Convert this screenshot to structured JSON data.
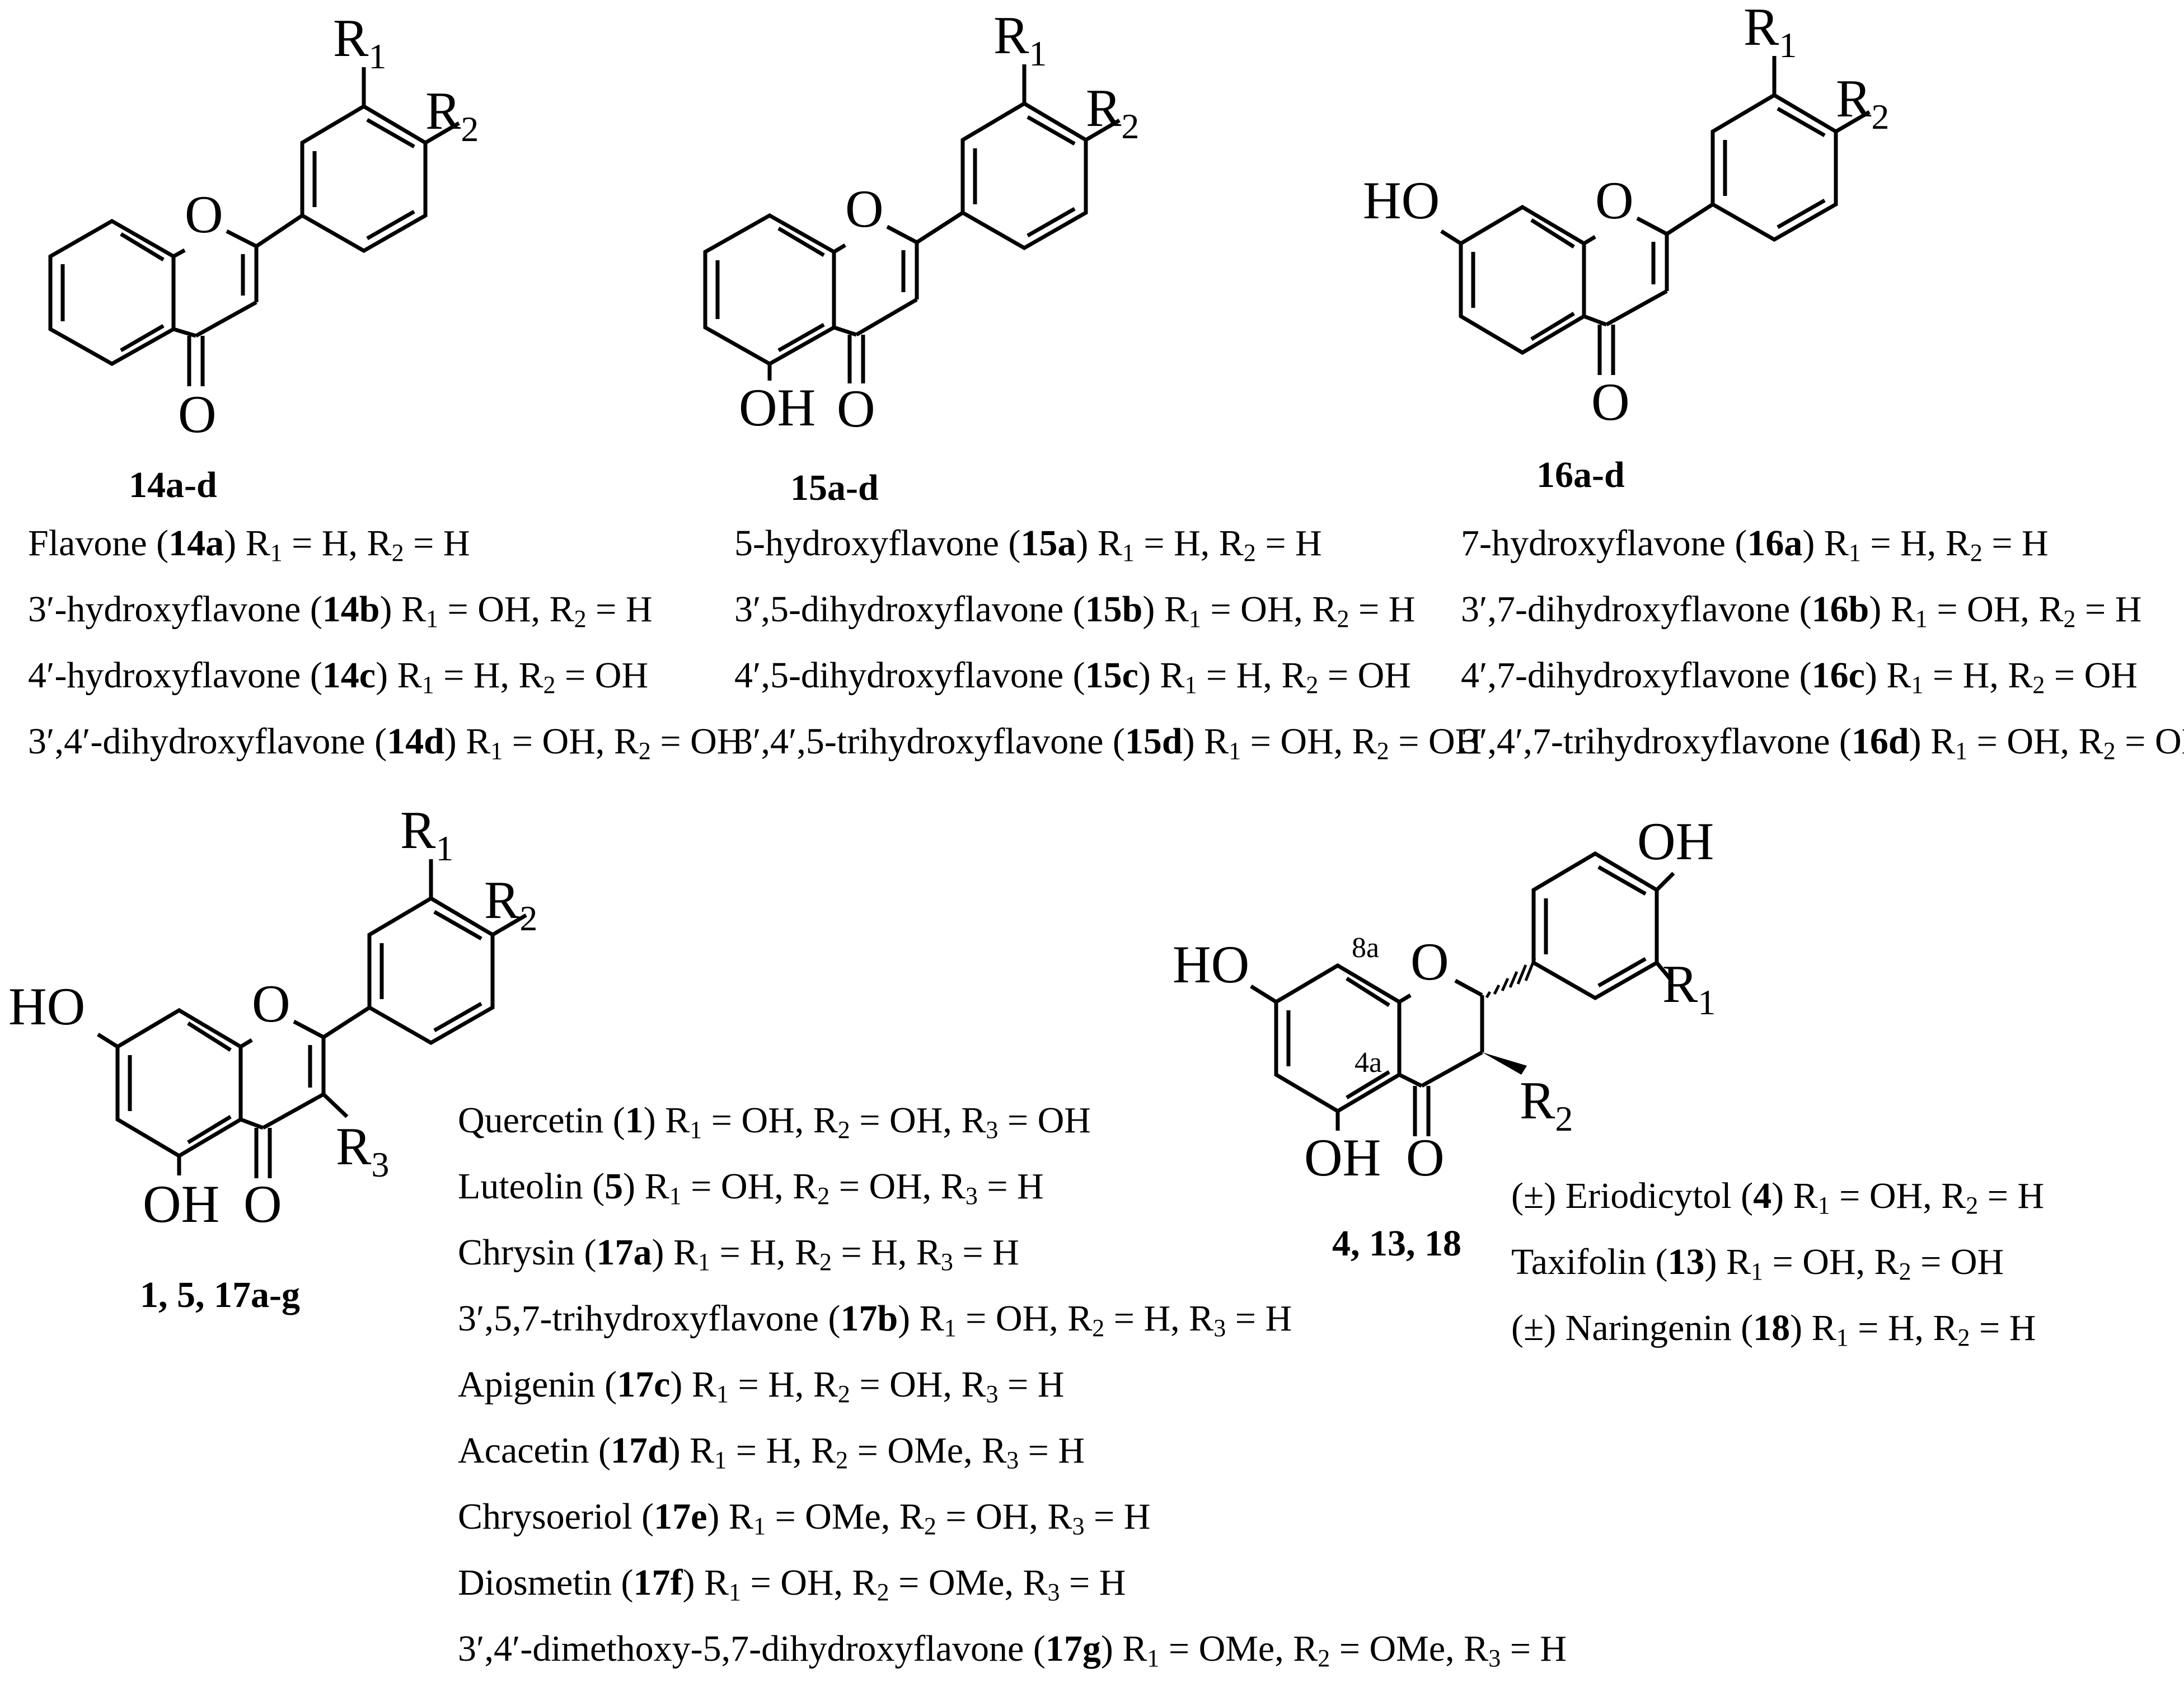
{
  "atoms": {
    "O": "O",
    "OH": "OH",
    "HO": "HO",
    "R": "R",
    "R1": "1",
    "R2": "2",
    "R3": "3",
    "pos_8a": "8a",
    "pos_4a": "4a"
  },
  "series_labels": {
    "s14": "14a-d",
    "s15": "15a-d",
    "s16": "16a-d",
    "s17": "1, 5, 17a-g",
    "s18": "4, 13, 18"
  },
  "lists": {
    "l14": [
      {
        "name": "Flavone",
        "id": "14a",
        "subs": [
          {
            "k": "1",
            "v": "H"
          },
          {
            "k": "2",
            "v": "H"
          }
        ]
      },
      {
        "name": "3′-hydroxyflavone",
        "id": "14b",
        "subs": [
          {
            "k": "1",
            "v": "OH"
          },
          {
            "k": "2",
            "v": "H"
          }
        ]
      },
      {
        "name": "4′-hydroxyflavone",
        "id": "14c",
        "subs": [
          {
            "k": "1",
            "v": "H"
          },
          {
            "k": "2",
            "v": "OH"
          }
        ]
      },
      {
        "name": "3′,4′-dihydroxyflavone",
        "id": "14d",
        "subs": [
          {
            "k": "1",
            "v": "OH"
          },
          {
            "k": "2",
            "v": "OH"
          }
        ]
      }
    ],
    "l15": [
      {
        "name": "5-hydroxyflavone",
        "id": "15a",
        "subs": [
          {
            "k": "1",
            "v": "H"
          },
          {
            "k": "2",
            "v": "H"
          }
        ]
      },
      {
        "name": "3′,5-dihydroxyflavone",
        "id": "15b",
        "subs": [
          {
            "k": "1",
            "v": "OH"
          },
          {
            "k": "2",
            "v": "H"
          }
        ]
      },
      {
        "name": "4′,5-dihydroxyflavone",
        "id": "15c",
        "subs": [
          {
            "k": "1",
            "v": "H"
          },
          {
            "k": "2",
            "v": "OH"
          }
        ]
      },
      {
        "name": "3′,4′,5-trihydroxyflavone",
        "id": "15d",
        "subs": [
          {
            "k": "1",
            "v": "OH"
          },
          {
            "k": "2",
            "v": "OH"
          }
        ]
      }
    ],
    "l16": [
      {
        "name": "7-hydroxyflavone",
        "id": "16a",
        "subs": [
          {
            "k": "1",
            "v": "H"
          },
          {
            "k": "2",
            "v": "H"
          }
        ]
      },
      {
        "name": "3′,7-dihydroxyflavone",
        "id": "16b",
        "subs": [
          {
            "k": "1",
            "v": "OH"
          },
          {
            "k": "2",
            "v": "H"
          }
        ]
      },
      {
        "name": "4′,7-dihydroxyflavone",
        "id": "16c",
        "subs": [
          {
            "k": "1",
            "v": "H"
          },
          {
            "k": "2",
            "v": "OH"
          }
        ]
      },
      {
        "name": "3′,4′,7-trihydroxyflavone",
        "id": "16d",
        "subs": [
          {
            "k": "1",
            "v": "OH"
          },
          {
            "k": "2",
            "v": "OH"
          }
        ]
      }
    ],
    "l17": [
      {
        "name": "Quercetin",
        "id": "1",
        "subs": [
          {
            "k": "1",
            "v": "OH"
          },
          {
            "k": "2",
            "v": "OH"
          },
          {
            "k": "3",
            "v": "OH"
          }
        ]
      },
      {
        "name": "Luteolin",
        "id": "5",
        "subs": [
          {
            "k": "1",
            "v": "OH"
          },
          {
            "k": "2",
            "v": "OH"
          },
          {
            "k": "3",
            "v": "H"
          }
        ]
      },
      {
        "name": "Chrysin",
        "id": "17a",
        "subs": [
          {
            "k": "1",
            "v": "H"
          },
          {
            "k": "2",
            "v": "H"
          },
          {
            "k": "3",
            "v": "H"
          }
        ]
      },
      {
        "name": "3′,5,7-trihydroxyflavone",
        "id": "17b",
        "subs": [
          {
            "k": "1",
            "v": "OH"
          },
          {
            "k": "2",
            "v": "H"
          },
          {
            "k": "3",
            "v": "H"
          }
        ]
      },
      {
        "name": "Apigenin",
        "id": "17c",
        "subs": [
          {
            "k": "1",
            "v": "H"
          },
          {
            "k": "2",
            "v": "OH"
          },
          {
            "k": "3",
            "v": "H"
          }
        ]
      },
      {
        "name": "Acacetin",
        "id": "17d",
        "subs": [
          {
            "k": "1",
            "v": "H"
          },
          {
            "k": "2",
            "v": "OMe"
          },
          {
            "k": "3",
            "v": "H"
          }
        ]
      },
      {
        "name": "Chrysoeriol",
        "id": "17e",
        "subs": [
          {
            "k": "1",
            "v": "OMe"
          },
          {
            "k": "2",
            "v": "OH"
          },
          {
            "k": "3",
            "v": "H"
          }
        ]
      },
      {
        "name": "Diosmetin",
        "id": "17f",
        "subs": [
          {
            "k": "1",
            "v": "OH"
          },
          {
            "k": "2",
            "v": "OMe"
          },
          {
            "k": "3",
            "v": "H"
          }
        ]
      },
      {
        "name": "3′,4′-dimethoxy-5,7-dihydroxyflavone",
        "id": "17g",
        "subs": [
          {
            "k": "1",
            "v": "OMe"
          },
          {
            "k": "2",
            "v": "OMe"
          },
          {
            "k": "3",
            "v": "H"
          }
        ]
      }
    ],
    "l18": [
      {
        "name": "(±)  Eriodicytol",
        "id": "4",
        "subs": [
          {
            "k": "1",
            "v": "OH"
          },
          {
            "k": "2",
            "v": "H"
          }
        ]
      },
      {
        "name": "Taxifolin",
        "id": "13",
        "subs": [
          {
            "k": "1",
            "v": "OH"
          },
          {
            "k": "2",
            "v": "OH"
          }
        ]
      },
      {
        "name": "(±)  Naringenin",
        "id": "18",
        "subs": [
          {
            "k": "1",
            "v": "H"
          },
          {
            "k": "2",
            "v": "H"
          }
        ]
      }
    ]
  }
}
